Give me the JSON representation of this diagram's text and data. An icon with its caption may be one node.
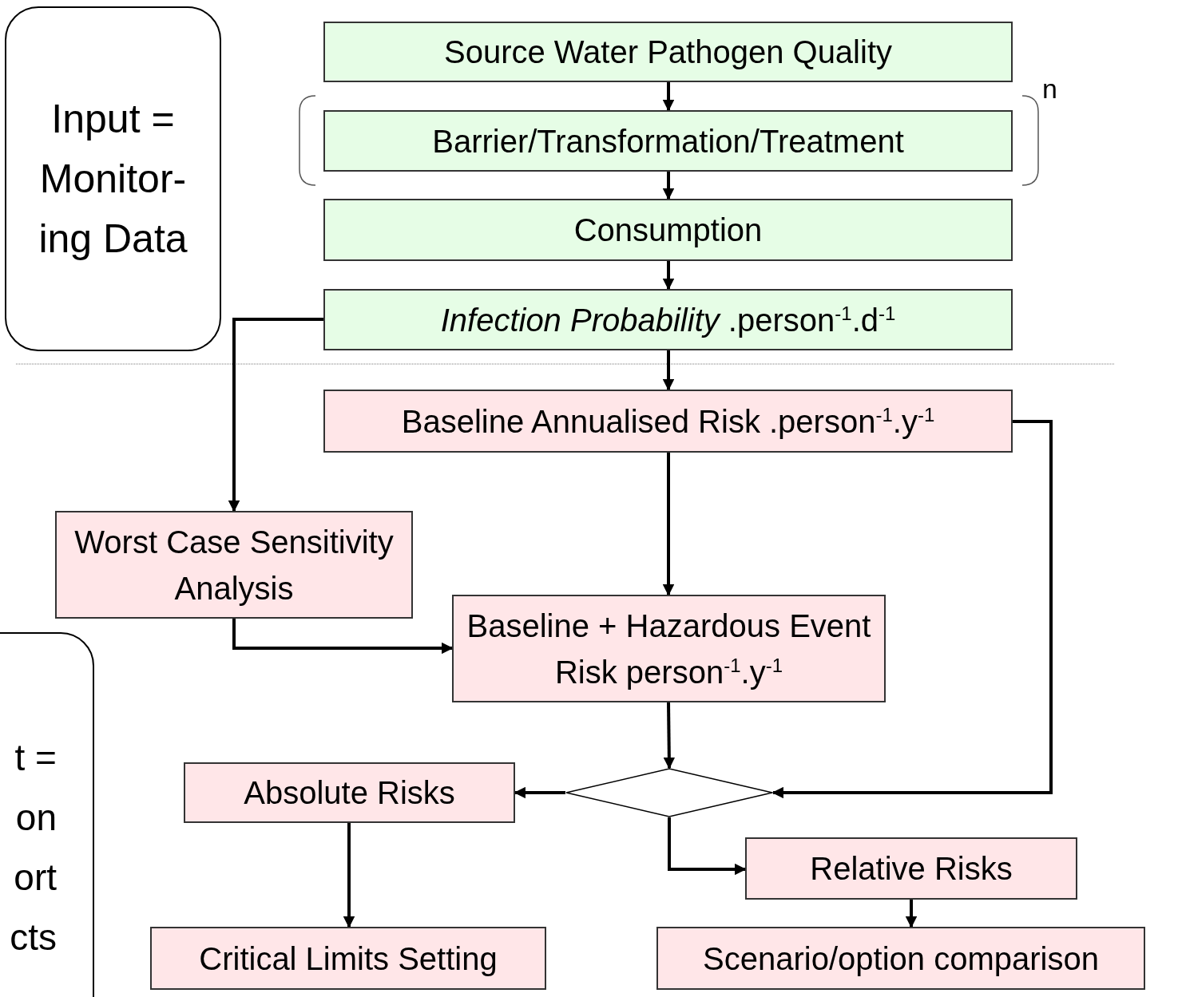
{
  "diagram": {
    "nodes": [
      {
        "text": [
          "Input = Monitor-ing Data"
        ]
      },
      {
        "text": [
          "Source Water Pathogen Quality"
        ]
      },
      {
        "text": [
          "Barrier/Transformation/Treatment"
        ]
      },
      {
        "text": [
          "Consumption"
        ]
      },
      {
        "text": [
          "*Infection Probability* .person$^{-1}$.d$^{-1}$"
        ]
      },
      {
        "text": [
          "Baseline Annualised Risk .person$^{-1}$.y$^{-1}$"
        ]
      },
      {
        "text": [
          "Worst Case Sensitivity Analysis"
        ]
      },
      {
        "text": [
          "Baseline + Hazardous Event Risk person$^{-1}$.y$^{-1}$"
        ]
      },
      {
        "text": [],
        "shape": "diamond"
      },
      {
        "text": [
          "Absolute Risks"
        ]
      },
      {
        "text": [
          "Relative Risks"
        ]
      },
      {
        "text": [
          "Critical Limits Setting"
        ]
      },
      {
        "text": [
          "Scenario/option comparison"
        ]
      },
      {
        "text": [
          "t = on ort cts"
        ]
      }
    ],
    "edges": [
      {
        "from": 1,
        "to": 2,
        "arrow": "to"
      },
      {
        "from": 2,
        "to": 3,
        "arrow": "to"
      },
      {
        "from": 3,
        "to": 4,
        "arrow": "to"
      },
      {
        "from": 4,
        "to": 5,
        "arrow": "to"
      },
      {
        "from": 4,
        "to": 6,
        "arrow": "to"
      },
      {
        "from": 5,
        "to": 7,
        "arrow": "to"
      },
      {
        "from": 5,
        "to": 8,
        "arrow": "to"
      },
      {
        "from": 6,
        "to": 7,
        "arrow": "to"
      },
      {
        "from": 7,
        "to": 8,
        "arrow": "to"
      },
      {
        "from": 8,
        "to": 9,
        "arrow": "to"
      },
      {
        "from": 8,
        "to": 10,
        "arrow": "to"
      },
      {
        "from": 9,
        "to": 11,
        "arrow": "to"
      },
      {
        "from": 10,
        "to": 12,
        "arrow": "to"
      }
    ],
    "labels": [
      "n"
    ]
  }
}
